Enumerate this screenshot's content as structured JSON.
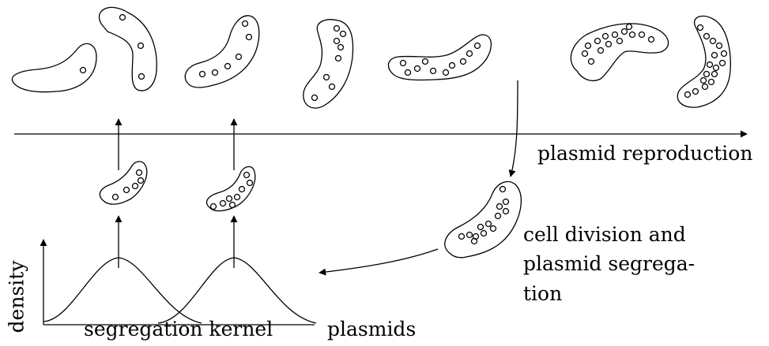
{
  "labels": {
    "time_axis": "plasmid reproduction",
    "division_line1": "cell division and",
    "division_line2": "plasmid segrega-",
    "division_line3": "tion",
    "y_axis": "density",
    "x_axis": "plasmids",
    "kernel": "segregation kernel"
  },
  "colors": {
    "ink": "#000000",
    "background": "#ffffff"
  }
}
